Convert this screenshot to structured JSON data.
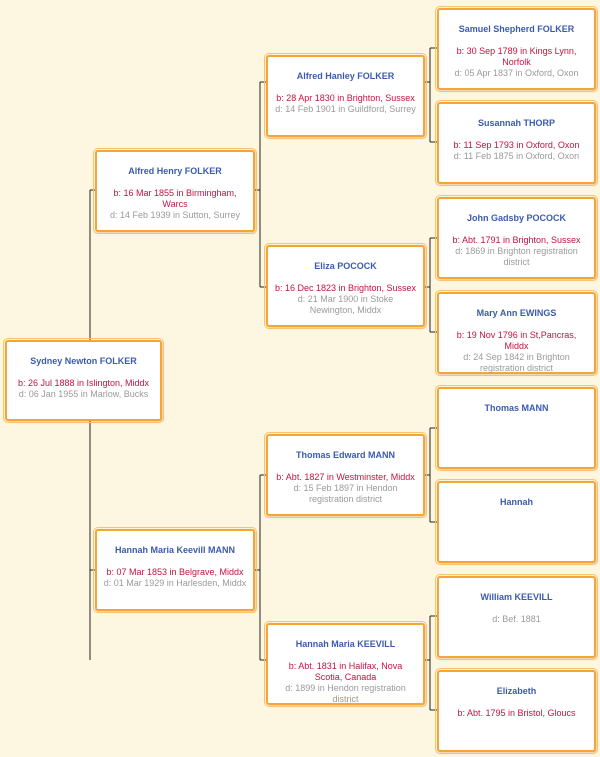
{
  "people": {
    "g0": {
      "name": "Sydney Newton FOLKER",
      "birth": "b: 26 Jul 1888 in Islington, Middx",
      "death": "d: 06 Jan 1955 in Marlow, Bucks"
    },
    "g1a": {
      "name": "Alfred Henry FOLKER",
      "birth": "b: 16 Mar 1855 in Birmingham, Warcs",
      "death": "d: 14 Feb 1939 in Sutton, Surrey"
    },
    "g1b": {
      "name": "Hannah Maria Keevill MANN",
      "birth": "b: 07 Mar 1853 in Belgrave, Middx",
      "death": "d: 01 Mar 1929 in Harlesden, Middx"
    },
    "g2a": {
      "name": "Alfred Hanley FOLKER",
      "birth": "b: 28 Apr 1830 in Brighton, Sussex",
      "death": "d: 14 Feb 1901 in Guildford, Surrey"
    },
    "g2b": {
      "name": "Eliza POCOCK",
      "birth": "b: 16 Dec 1823 in Brighton, Sussex",
      "death": "d: 21 Mar 1900 in Stoke Newington, Middx"
    },
    "g2c": {
      "name": "Thomas Edward MANN",
      "birth": "b: Abt. 1827 in Westminster, Middx",
      "death": "d: 15 Feb 1897 in Hendon registration district"
    },
    "g2d": {
      "name": "Hannah Maria KEEVILL",
      "birth": "b: Abt. 1831 in Halifax, Nova Scotia, Canada",
      "death": "d: 1899 in Hendon registration district"
    },
    "g3a": {
      "name": "Samuel Shepherd FOLKER",
      "birth": "b: 30 Sep 1789 in Kings Lynn, Norfolk",
      "death": "d: 05 Apr 1837 in Oxford, Oxon"
    },
    "g3b": {
      "name": "Susannah THORP",
      "birth": "b: 11 Sep 1793 in Oxford, Oxon",
      "death": "d: 11 Feb 1875 in Oxford, Oxon"
    },
    "g3c": {
      "name": "John Gadsby POCOCK",
      "birth": "b: Abt. 1791 in Brighton, Sussex",
      "death": "d: 1869 in Brighton registration district"
    },
    "g3d": {
      "name": "Mary Ann EWINGS",
      "birth": "b: 19 Nov 1796 in St,Pancras, Middx",
      "death": "d: 24 Sep 1842 in Brighton registration district"
    },
    "g3e": {
      "name": "Thomas MANN",
      "birth": "",
      "death": ""
    },
    "g3f": {
      "name": "Hannah",
      "birth": "",
      "death": ""
    },
    "g3g": {
      "name": "William KEEVILL",
      "birth": "",
      "death": "d: Bef. 1881"
    },
    "g3h": {
      "name": "Elizabeth",
      "birth": "b: Abt. 1795 in Bristol, Gloucs",
      "death": ""
    }
  }
}
